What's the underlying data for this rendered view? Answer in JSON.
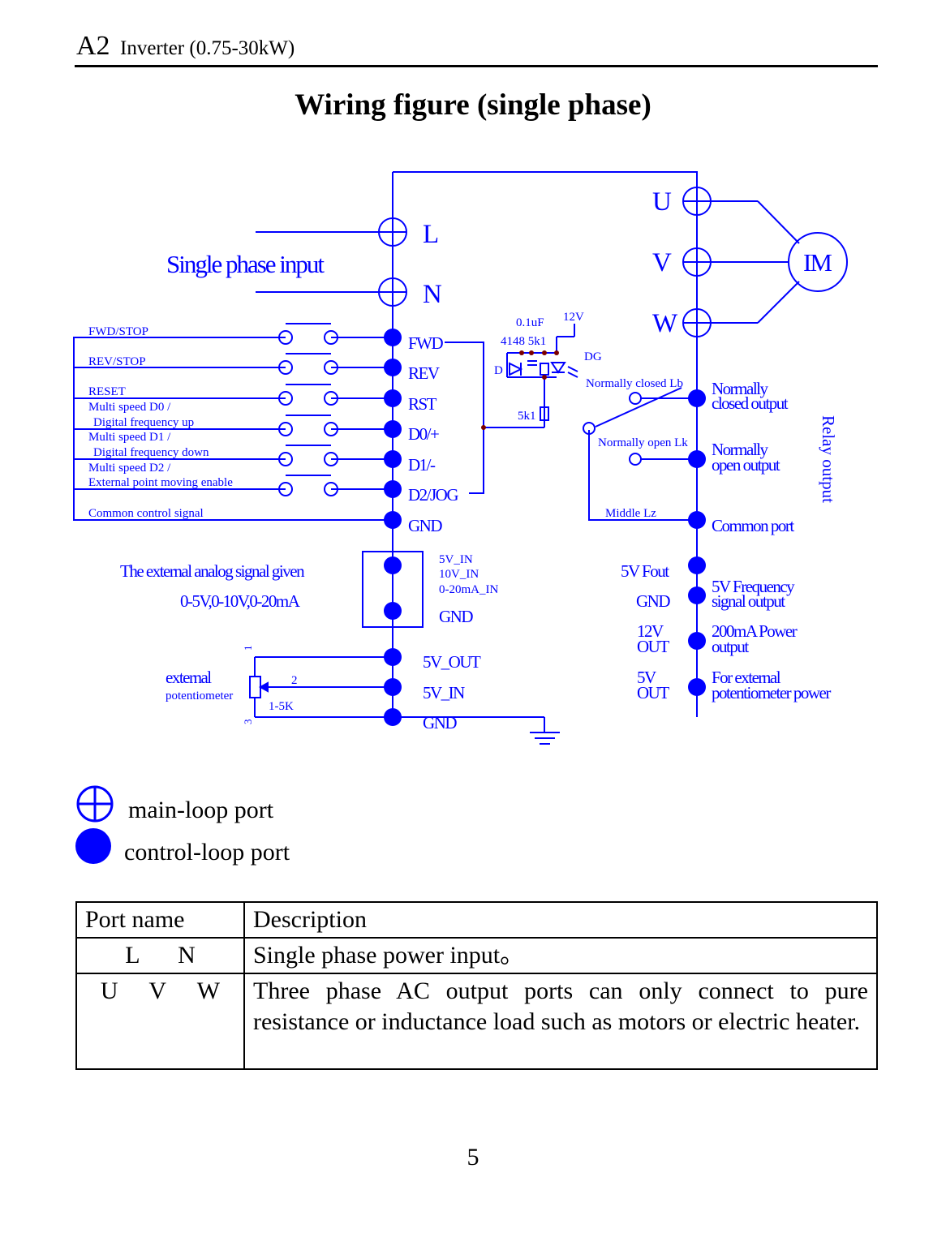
{
  "header": {
    "model": "A2",
    "title": "Inverter (0.75-30kW)"
  },
  "page_title": "Wiring figure (single phase)",
  "diagram": {
    "input_label": "Single phase input",
    "main_terminals": {
      "l": "L",
      "n": "N",
      "u": "U",
      "v": "V",
      "w": "W"
    },
    "motor_label": "IM",
    "control_terminals": {
      "fwd": "FWD",
      "rev": "REV",
      "rst": "RST",
      "d0": "D0/+",
      "d1": "D1/-",
      "d2": "D2/JOG",
      "gnd": "GND",
      "ai_gnd": "GND",
      "five_v_out": "5V_OUT",
      "five_v_in": "5V_IN",
      "gnd_bottom": "GND"
    },
    "switch_labels": {
      "fwd": "FWD/STOP",
      "rev": "REV/STOP",
      "reset": "RESET",
      "d0_line1": "Multi speed D0 /",
      "d0_line2": "Digital frequency  up",
      "d1_line1": "Multi speed D1 /",
      "d1_line2": "Digital frequency  down",
      "d2_line1": "Multi speed D2 /",
      "d2_line2": "External point moving enable",
      "common": "Common control signal"
    },
    "analog": {
      "label": "The external analog signal given",
      "range": "0-5V,0-10V,0-20mA",
      "in_line1": "5V_IN",
      "in_line2": "10V_IN",
      "in_line3": "0-20mA_IN"
    },
    "potentiometer": {
      "label1": "external",
      "label2": "potentiometer",
      "value": "1-5K",
      "pin1": "1",
      "pin2": "2",
      "pin3": "3"
    },
    "optocoupler": {
      "cap": "0.1uF",
      "voltage": "12V",
      "parts": "4148 5k1",
      "d_label": "D",
      "dg_label": "DG",
      "resistor": "5k1"
    },
    "relay": {
      "nc_label": "Normally closed Lb",
      "no_label": "Normally open Lk",
      "middle_label": "Middle Lz",
      "nc_out1": "Normally",
      "nc_out2": "closed output",
      "no_out1": "Normally",
      "no_out2": "open output",
      "common_port": "Common port",
      "side_label": "Relay output"
    },
    "right_outputs": {
      "fout": "5V Fout",
      "gnd": "GND",
      "v12_1": "12V",
      "v12_2": "OUT",
      "v5_1": "5V",
      "v5_2": "OUT",
      "freq1": "5V Frequency",
      "freq2": "signal output",
      "power1": "200mA Power",
      "power2": "output",
      "pot1": "For external",
      "pot2": "potentiometer power"
    },
    "colors": {
      "line": "#0000ff",
      "node": "#0000ff",
      "junction": "#7a0000"
    }
  },
  "legend": {
    "main_loop": "main-loop port",
    "control_loop": "control-loop port"
  },
  "port_table": {
    "headers": {
      "name": "Port name",
      "description": "Description"
    },
    "rows": [
      {
        "names": [
          "L",
          "N"
        ],
        "description": "Single phase power input。"
      },
      {
        "names": [
          "U",
          "V",
          "W"
        ],
        "description": "Three phase AC output ports can only connect to pure resistance or inductance load such as motors or electric heater."
      }
    ]
  },
  "page_number": "5"
}
